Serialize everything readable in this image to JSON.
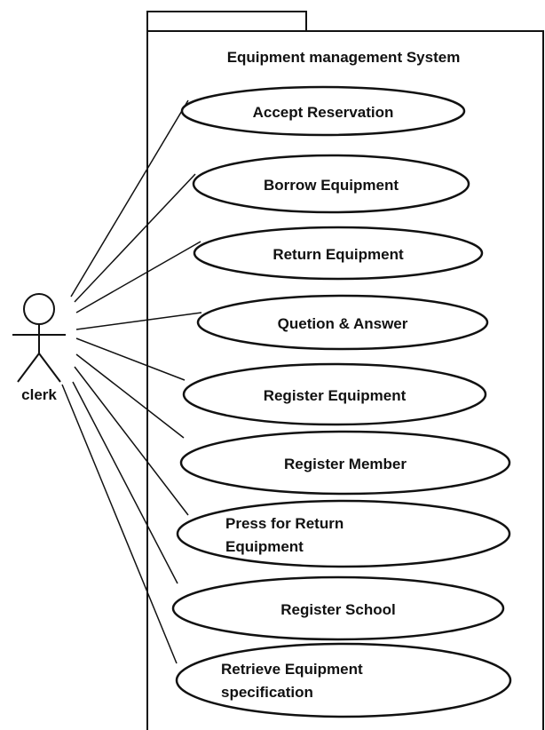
{
  "diagram": {
    "system": {
      "title": "Equipment management System"
    },
    "actor": {
      "name": "clerk"
    },
    "use_cases": [
      {
        "id": "accept-reservation",
        "lines": [
          "Accept Reservation"
        ]
      },
      {
        "id": "borrow-equipment",
        "lines": [
          "Borrow Equipment"
        ]
      },
      {
        "id": "return-equipment",
        "lines": [
          "Return Equipment"
        ]
      },
      {
        "id": "question-answer",
        "lines": [
          "Quetion & Answer"
        ]
      },
      {
        "id": "register-equipment",
        "lines": [
          "Register Equipment"
        ]
      },
      {
        "id": "register-member",
        "lines": [
          "Register Member"
        ]
      },
      {
        "id": "press-for-return",
        "lines": [
          "Press for Return",
          "Equipment"
        ]
      },
      {
        "id": "register-school",
        "lines": [
          "Register School"
        ]
      },
      {
        "id": "retrieve-spec",
        "lines": [
          "Retrieve Equipment",
          "specification"
        ]
      }
    ],
    "colors": {
      "stroke": "#111111",
      "background": "#ffffff"
    }
  }
}
